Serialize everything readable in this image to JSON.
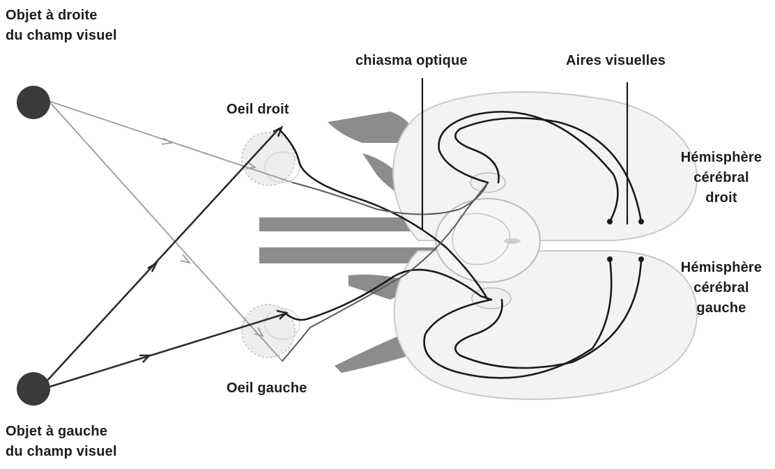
{
  "labels": {
    "object_right": [
      "Objet à droite",
      "du champ visuel"
    ],
    "object_left": [
      "Objet à gauche",
      "du champ visuel"
    ],
    "eye_right": "Oeil droit",
    "eye_left": "Oeil gauche",
    "chiasma": "chiasma optique",
    "visual_areas": "Aires visuelles",
    "hemisphere_right": [
      "Hémisphère",
      "cérébral",
      "droit"
    ],
    "hemisphere_left": [
      "Hémisphère",
      "cérébral",
      "gauche"
    ]
  },
  "colors": {
    "object_fill": "#3a3a3a",
    "brain_fill": "#f3f3f3",
    "cortex_gray": "#8c8c8c",
    "ray_gray": "#9a9a9a",
    "pathway_dark": "#1a1a1a",
    "eye_fill": "#eeeeee"
  }
}
